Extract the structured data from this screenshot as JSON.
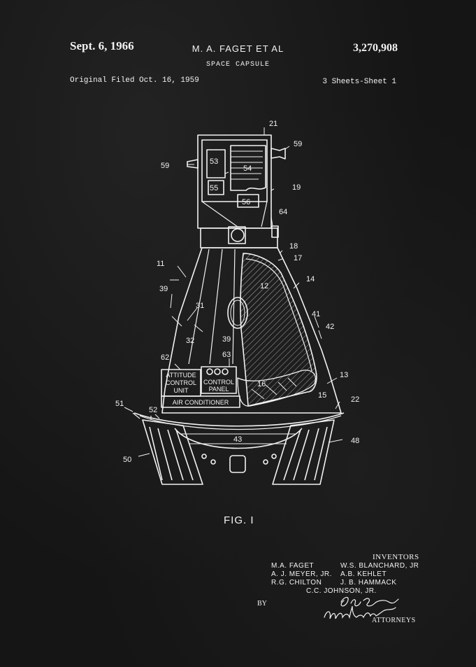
{
  "header": {
    "date": "Sept. 6, 1966",
    "inventor_short": "M. A. FAGET ET AL",
    "patent_number": "3,270,908",
    "subject": "SPACE CAPSULE",
    "filed": "Original Filed Oct. 16, 1959",
    "sheets": "3 Sheets-Sheet 1"
  },
  "figure": {
    "caption": "FIG. I",
    "boxes": {
      "attitude_line1": "ATTITUDE",
      "attitude_line2": "CONTROL",
      "attitude_line3": "UNIT",
      "control_line1": "CONTROL",
      "control_line2": "PANEL",
      "air": "AIR CONDITIONER"
    },
    "refs": {
      "r21": "21",
      "r59a": "59",
      "r59b": "59",
      "r53": "53",
      "r54": "54",
      "r55": "55",
      "r56": "56",
      "r19": "19",
      "r64": "64",
      "r18": "18",
      "r17": "17",
      "r11": "11",
      "r12": "12",
      "r14": "14",
      "r39a": "39",
      "r31": "31",
      "r32": "32",
      "r39b": "39",
      "r41": "41",
      "r42": "42",
      "r62": "62",
      "r63": "63",
      "r16": "16",
      "r13": "13",
      "r15": "15",
      "r51": "51",
      "r52": "52",
      "r22": "22",
      "r43": "43",
      "r48": "48",
      "r50": "50"
    }
  },
  "inventors": {
    "heading": "INVENTORS",
    "names": {
      "n1": "M.A. FAGET",
      "n2": "W.S. BLANCHARD, JR",
      "n3": "A. J. MEYER, JR.",
      "n4": "A.B. KEHLET",
      "n5": "R.G. CHILTON",
      "n6": "J. B. HAMMACK",
      "n7": "C.C. JOHNSON, JR."
    }
  },
  "attorneys": {
    "by": "BY",
    "label": "ATTORNEYS"
  },
  "colors": {
    "ink": "#f2f2f2",
    "paper": "#151515"
  }
}
